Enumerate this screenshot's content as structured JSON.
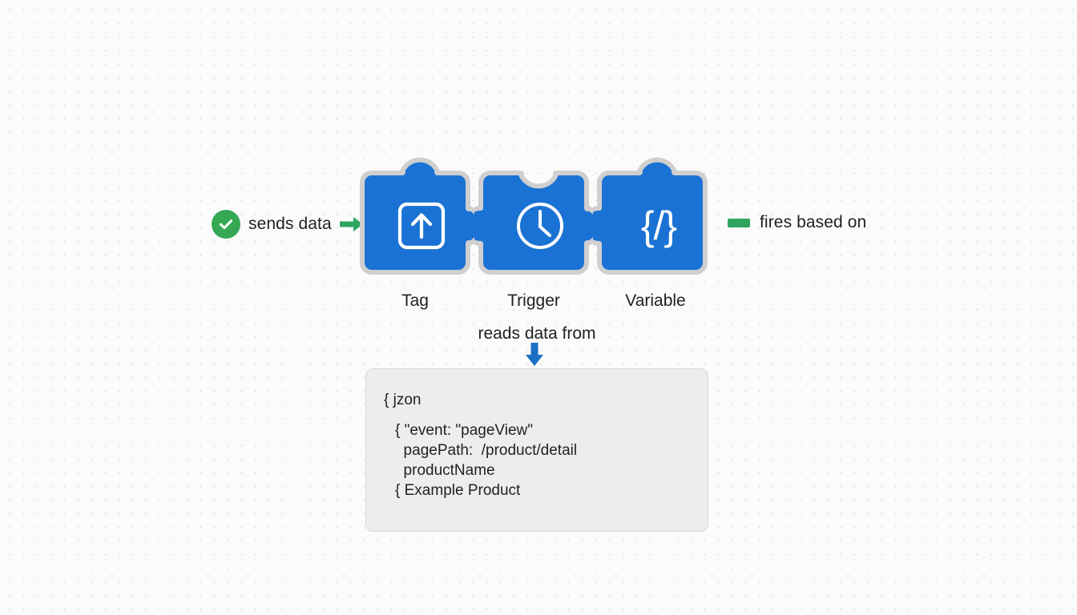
{
  "diagram": {
    "title_none": "",
    "left_annotation": {
      "icon": "check-circle-icon",
      "label": "sends data",
      "arrow_icon": "arrow-right-icon",
      "accent_color": "#34a853"
    },
    "right_annotation": {
      "dash_icon": "dash-icon",
      "label": "fires based on",
      "accent_color": "#2fa560"
    },
    "pieces": [
      {
        "id": "tag",
        "label": "Tag",
        "icon": "upload-box-arrow-icon",
        "color": "#1a73d4"
      },
      {
        "id": "trigger",
        "label": "Trigger",
        "icon": "clock-icon",
        "color": "#1a73d4"
      },
      {
        "id": "variable",
        "label": "Variable",
        "icon": "code-braces-icon",
        "glyph": "{/}",
        "color": "#1a73d4"
      }
    ],
    "reads_connector": {
      "label": "reads data from",
      "arrow_icon": "arrow-down-icon",
      "color": "#1a6fc4"
    },
    "json_box": {
      "background": "#ededed",
      "lines": [
        "{ jzon",
        "{ \"event: \"pageView\"",
        "  pagePath:  /product/detail",
        "  productName",
        "{ Example Product"
      ]
    }
  }
}
